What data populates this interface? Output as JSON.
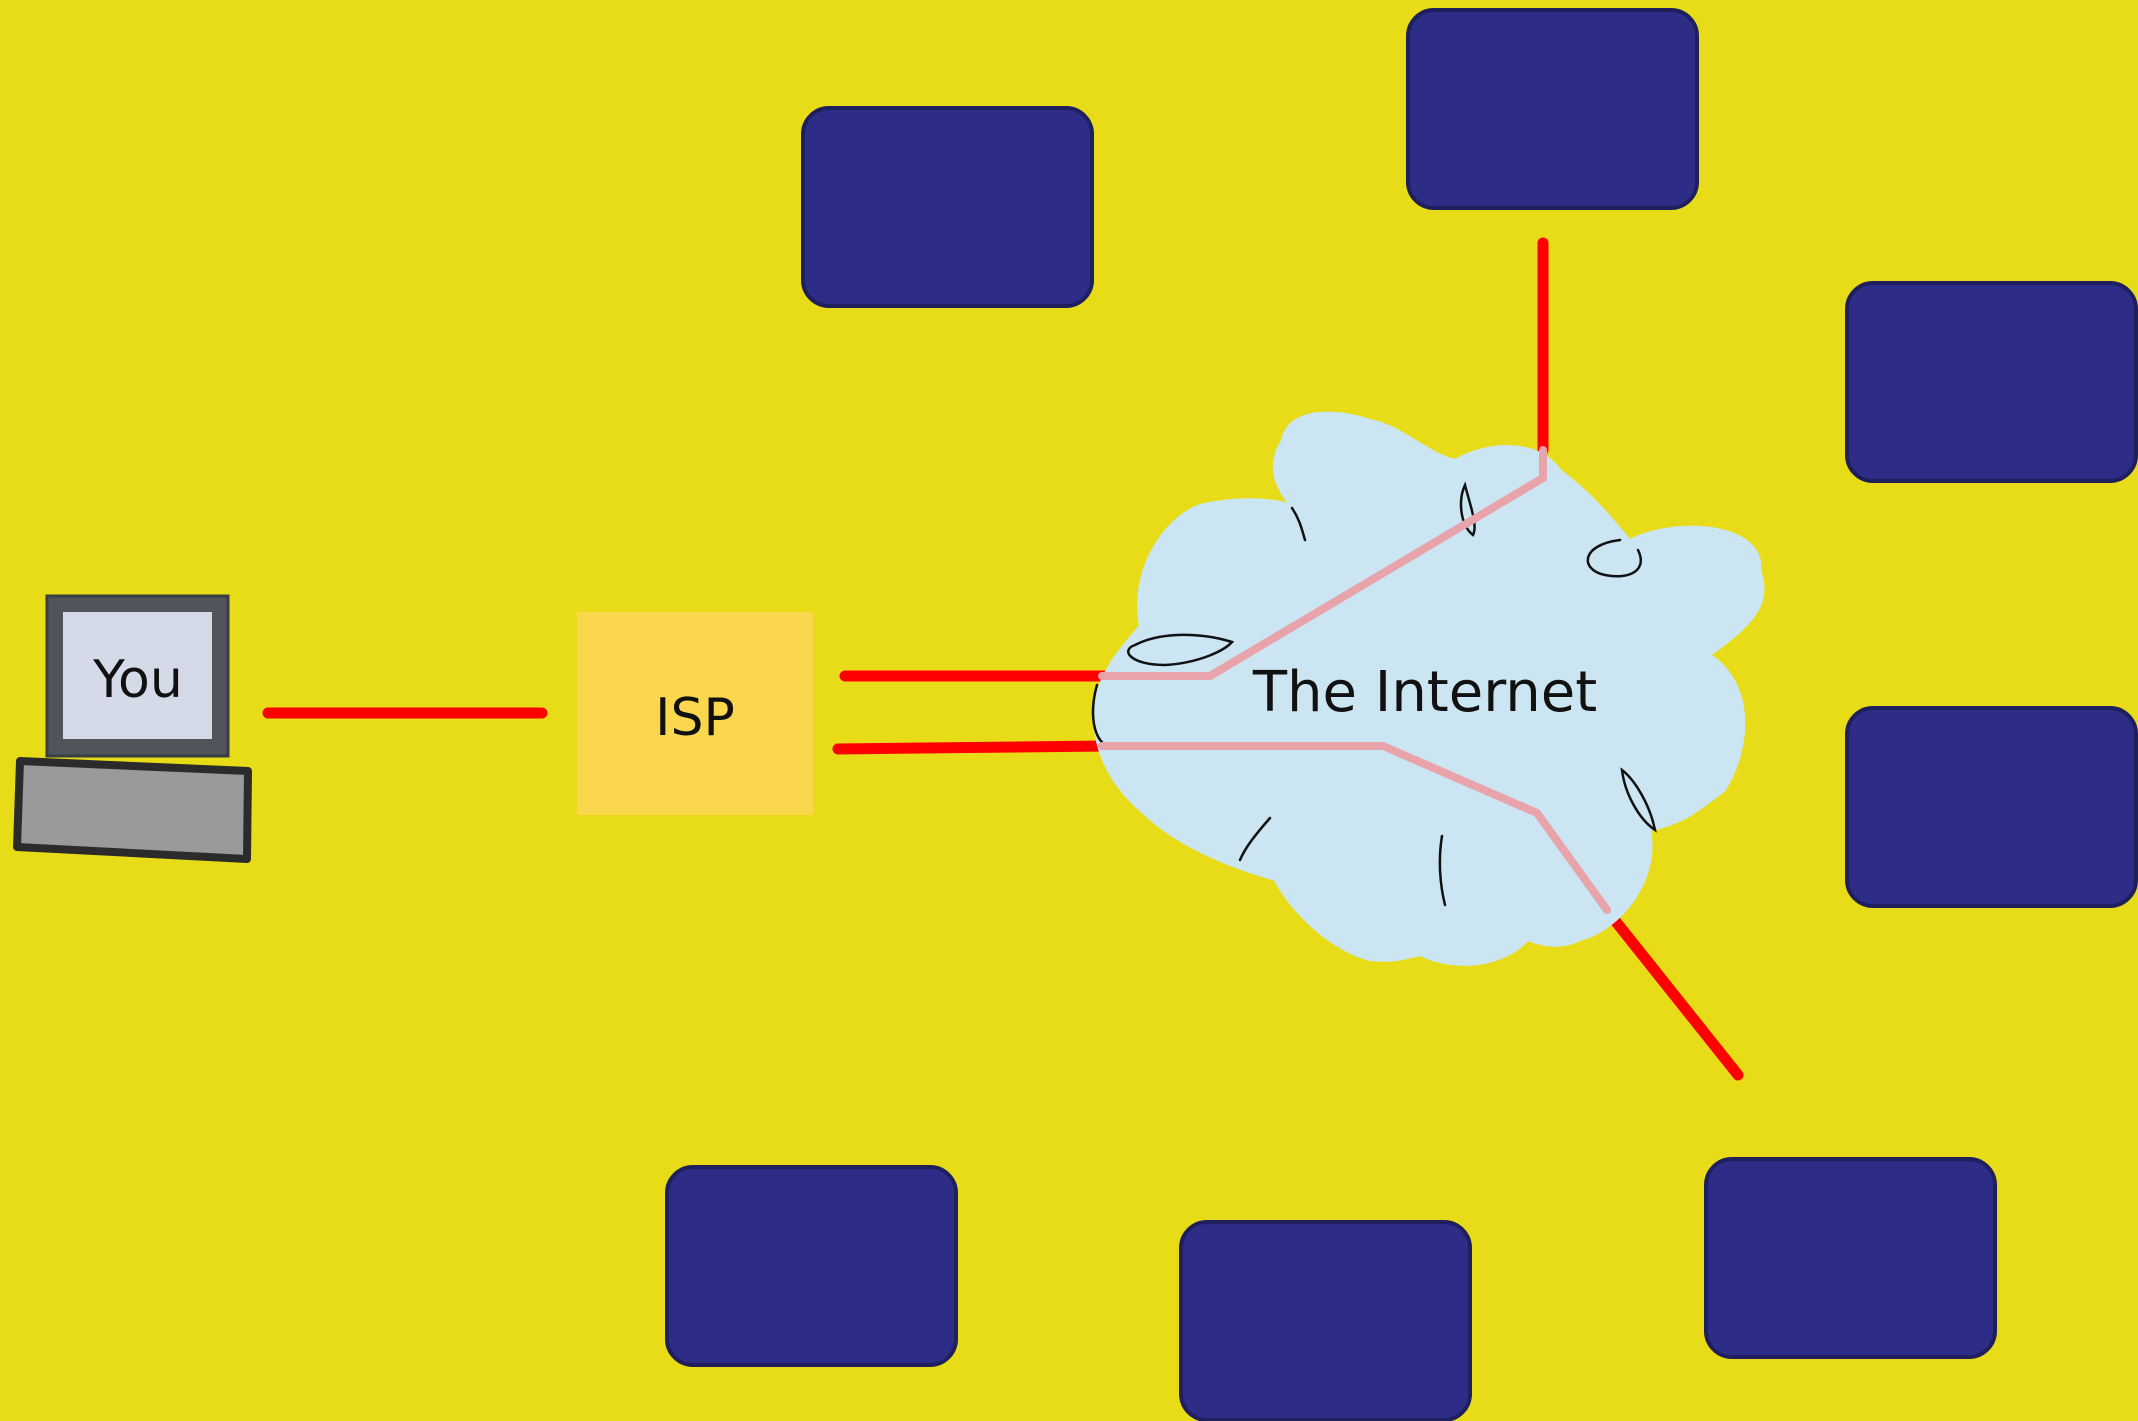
{
  "labels": {
    "you": "You",
    "isp": "ISP",
    "internet": "The Internet"
  },
  "colors": {
    "background": "#e7dc17",
    "server": "#2d2d87",
    "server_border": "#1f1f5e",
    "cloud": "#cbe6f2",
    "isp_box": "#fbd74d",
    "link": "#ff0000",
    "link_inside_cloud": "#e8a3ab",
    "monitor_frame": "#50555c",
    "monitor_screen": "#d4dae8",
    "keyboard": "#9a9a9a"
  },
  "icons": {
    "computer": "computer-icon",
    "cloud": "cloud-icon"
  },
  "servers": [
    {
      "name": "server-top-left"
    },
    {
      "name": "server-top-center"
    },
    {
      "name": "server-right-upper"
    },
    {
      "name": "server-right-middle"
    },
    {
      "name": "server-bottom-right"
    },
    {
      "name": "server-bottom-center"
    },
    {
      "name": "server-bottom-left"
    }
  ]
}
